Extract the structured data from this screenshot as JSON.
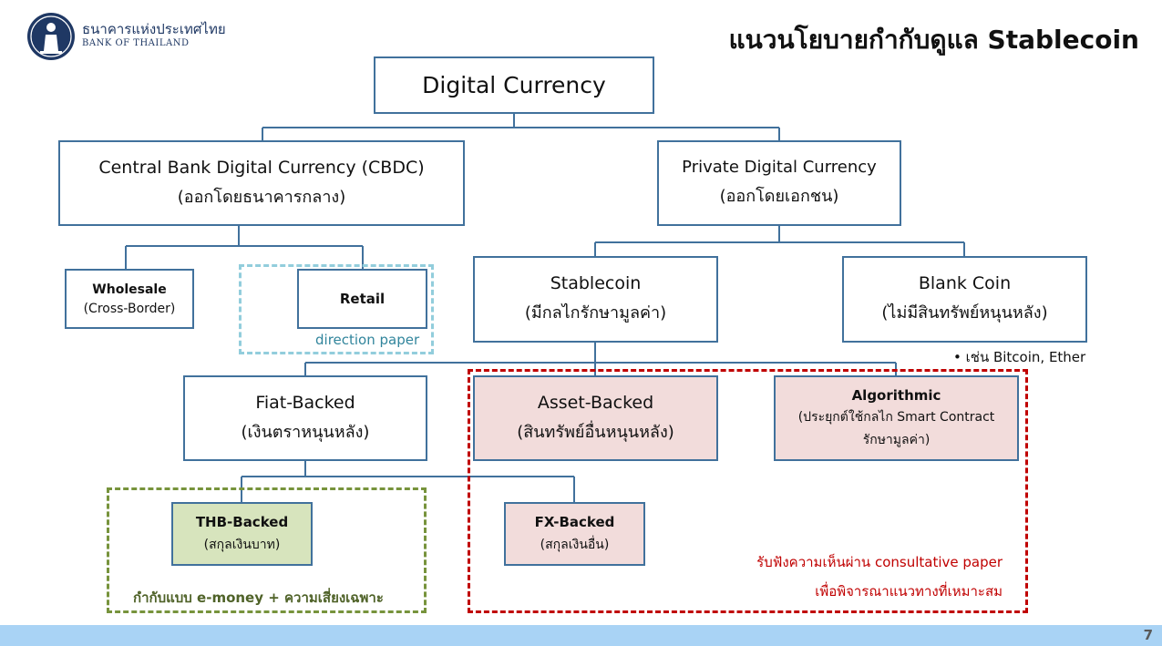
{
  "header": {
    "logo_thai": "ธนาคารแห่งประเทศไทย",
    "logo_en": "BANK OF THAILAND",
    "title": "แนวนโยบายกำกับดูแล Stablecoin"
  },
  "nodes": {
    "digital_currency": {
      "title": "Digital Currency"
    },
    "cbdc": {
      "title": "Central Bank Digital Currency (CBDC)",
      "sub": "(ออกโดยธนาคารกลาง)"
    },
    "private": {
      "title": "Private Digital Currency",
      "sub": "(ออกโดยเอกชน)"
    },
    "wholesale": {
      "title": "Wholesale",
      "sub": "(Cross-Border)"
    },
    "retail": {
      "title": "Retail"
    },
    "stablecoin": {
      "title": "Stablecoin",
      "sub": "(มีกลไกรักษามูลค่า)"
    },
    "blank_coin": {
      "title": "Blank Coin",
      "sub": "(ไม่มีสินทรัพย์หนุนหลัง)"
    },
    "fiat_backed": {
      "title": "Fiat-Backed",
      "sub": "(เงินตราหนุนหลัง)"
    },
    "asset_backed": {
      "title": "Asset-Backed",
      "sub": "(สินทรัพย์อื่นหนุนหลัง)"
    },
    "algorithmic": {
      "title": "Algorithmic",
      "sub1": "(ประยุกต์ใช้กลไก Smart Contract",
      "sub2": "รักษามูลค่า)"
    },
    "thb_backed": {
      "title": "THB-Backed",
      "sub": "(สกุลเงินบาท)"
    },
    "fx_backed": {
      "title": "FX-Backed",
      "sub": "(สกุลเงินอื่น)"
    }
  },
  "annotations": {
    "direction_paper": "direction paper",
    "blank_coin_note": "เช่น Bitcoin, Ether",
    "emoney_note": "กำกับแบบ e-money + ความเสี่ยงเฉพาะ",
    "consult_line1": "รับฟังความเห็นผ่าน consultative paper",
    "consult_line2": "เพื่อพิจารณาแนวทางที่เหมาะสม"
  },
  "footer": {
    "page_number": "7"
  },
  "colors": {
    "box_border": "#41719c",
    "pink_fill": "#f2dcdb",
    "green_fill": "#d7e4bd",
    "dashed_blue": "#92cddc",
    "dashed_green": "#77933c",
    "dashed_red": "#c00000",
    "footer_bar": "#a9d3f5"
  }
}
